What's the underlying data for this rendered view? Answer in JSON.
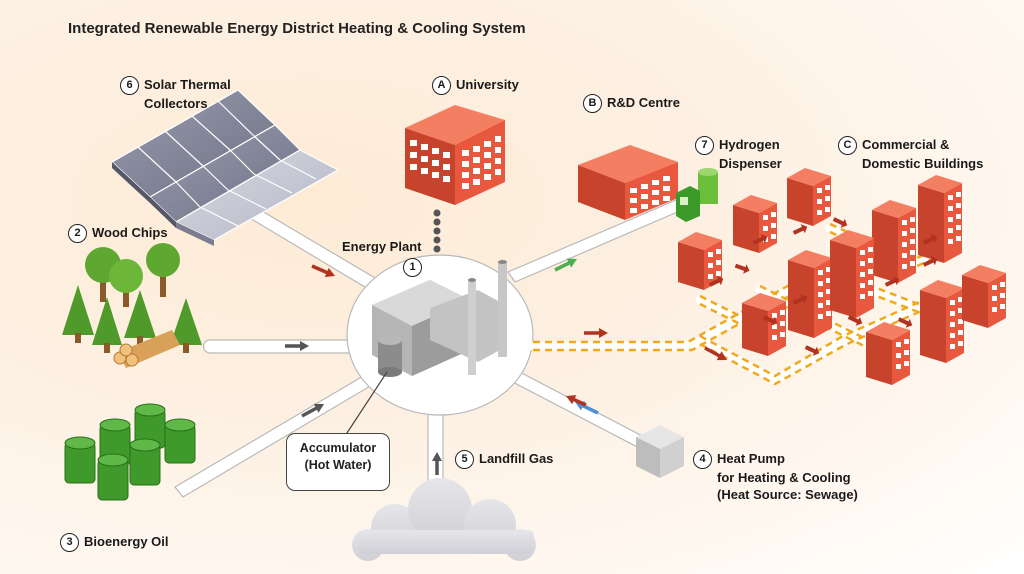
{
  "title": "Integrated Renewable Energy District Heating & Cooling System",
  "nodes": {
    "energy_plant": {
      "badge": "1",
      "label": "Energy Plant"
    },
    "wood_chips": {
      "badge": "2",
      "label": "Wood Chips"
    },
    "bioenergy_oil": {
      "badge": "3",
      "label": "Bioenergy Oil"
    },
    "heat_pump": {
      "badge": "4",
      "line1": "Heat Pump",
      "line2": "for Heating & Cooling",
      "line3": "(Heat Source: Sewage)"
    },
    "landfill_gas": {
      "badge": "5",
      "label": "Landfill Gas"
    },
    "solar_thermal": {
      "badge": "6",
      "line1": "Solar Thermal",
      "line2": "Collectors"
    },
    "hydrogen": {
      "badge": "7",
      "line1": "Hydrogen",
      "line2": "Dispenser"
    }
  },
  "consumers": {
    "university": {
      "badge": "A",
      "label": "University"
    },
    "rd_centre": {
      "badge": "B",
      "label": "R&D Centre"
    },
    "commercial": {
      "badge": "C",
      "line1": "Commercial &",
      "line2": "Domestic Buildings"
    }
  },
  "accumulator": {
    "line1": "Accumulator",
    "line2": "(Hot Water)"
  },
  "colors": {
    "building": "#e8583e",
    "building_side": "#c8432c",
    "pipe_dashed": "#f2a81d",
    "arrow_heat": "#b0321f",
    "arrow_green": "#4caf50",
    "arrow_blue": "#4a90d9",
    "arrow_grey": "#555555",
    "tree": "#5ea832",
    "barrel": "#3f9a2b",
    "solar_panel": "#8a8c9c"
  }
}
